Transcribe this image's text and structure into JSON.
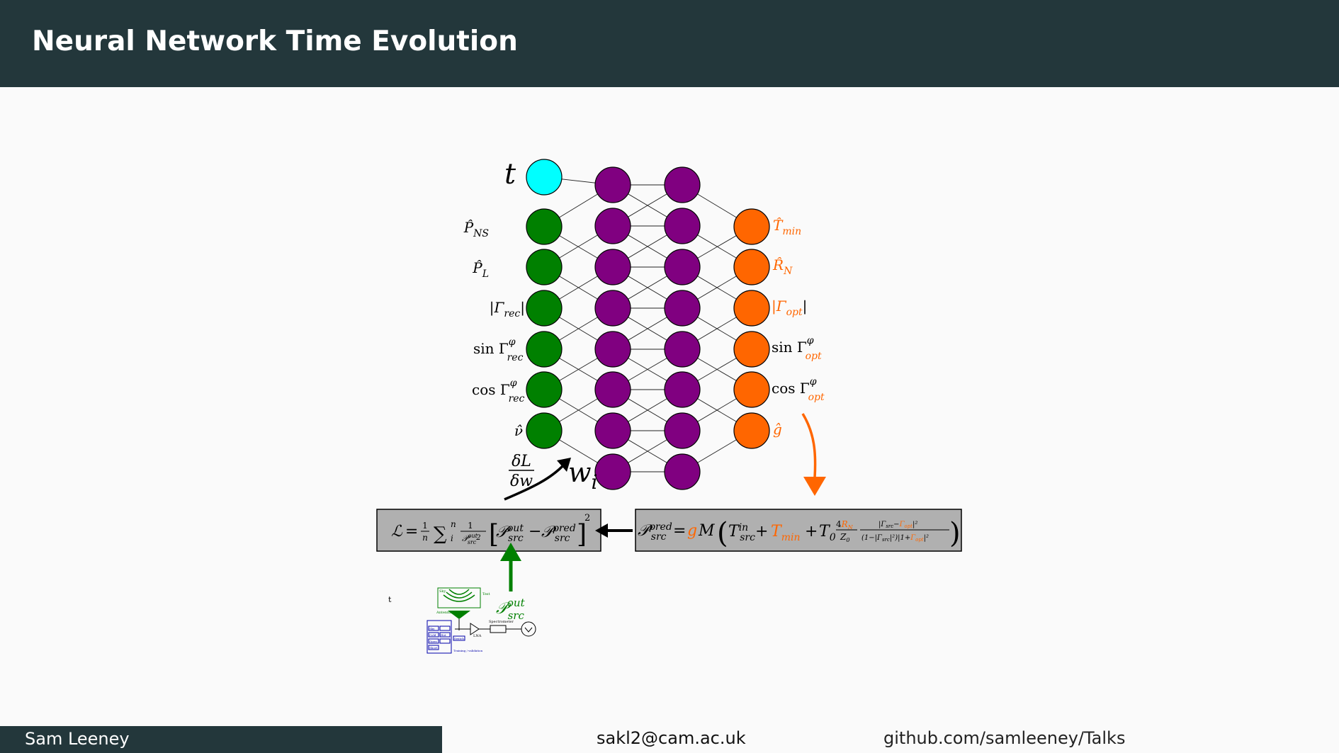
{
  "header": {
    "title": "Neural Network Time Evolution"
  },
  "footer": {
    "author": "Sam Leeney",
    "email": "sakl2@cam.ac.uk",
    "github": "github.com/samleeney/Talks"
  },
  "colors": {
    "header_bg": "#23373b",
    "time_node": "#00ffff",
    "input_node": "#008000",
    "hidden_node": "#800080",
    "output_node": "#ff6600",
    "box_fill": "#b0b0b0"
  },
  "network": {
    "time_input": "t",
    "inputs": [
      "P̂",
      "NS",
      "P̂",
      "L",
      "|Γ",
      "rec",
      "|",
      "sin Γ",
      "φ",
      "rec",
      "cos Γ",
      "φ",
      "rec",
      "ν̂"
    ],
    "outputs": [
      "T̂",
      "min",
      "R̂",
      "N",
      "|Γ",
      "opt",
      "|",
      "sin Γ",
      "φ",
      "opt",
      "cos Γ",
      "φ",
      "opt",
      "ĝ"
    ],
    "weight_label": "w",
    "weight_subscript": "i",
    "gradient_label_top": "δL",
    "gradient_label_bottom": "δw"
  },
  "loss_box": {
    "symbol": "ℒ",
    "eq": "=",
    "frac_num": "1",
    "frac_den": "n",
    "sum": "∑",
    "sum_sup": "n",
    "sum_sub": "i",
    "inner_num": "1",
    "inner_den": "𝒫",
    "inner_den_sup": "out",
    "inner_den_sub": "src",
    "inner_den_pow": "2",
    "term1": "𝒫",
    "term1_sup": "out",
    "term1_sub": "src",
    "minus": "−",
    "term2": "𝒫",
    "term2_sup": "pred",
    "term2_sub": "src",
    "power": "2"
  },
  "pred_box": {
    "lhs": "𝒫",
    "lhs_sup": "pred",
    "lhs_sub": "src",
    "eq": "=",
    "g": "g",
    "M": "M",
    "t_in": "T",
    "t_in_sup": "in",
    "t_in_sub": "src",
    "plus": "+",
    "t_min": "T",
    "t_min_sub": "min",
    "t0": "T",
    "t0_sub": "0",
    "four": "4",
    "rn": "R",
    "rn_sub": "N",
    "z0": "Z",
    "z0_sub": "0",
    "num_text": "|Γ",
    "num_sub1": "src",
    "num_minus": "−",
    "num_opt": "Γ",
    "num_opt_sub": "opt",
    "num_close": "|²",
    "den_text": "(1−|Γ",
    "den_sub1": "src",
    "den_mid": "|²)|1+",
    "den_opt": "Γ",
    "den_opt_sub": "opt",
    "den_close": "|²"
  },
  "measurement": {
    "label": "𝒫",
    "label_sup": "out",
    "label_sub": "src",
    "stray_t": "t",
    "antenna_label": "Antenna",
    "lna_label": "LNA",
    "training_label": "Training / validation",
    "spec_label": "Spectrometer",
    "tiny_labels": [
      "Sky",
      "Test",
      "Cold",
      "Hot",
      "Open",
      "Short",
      "Switch"
    ]
  }
}
